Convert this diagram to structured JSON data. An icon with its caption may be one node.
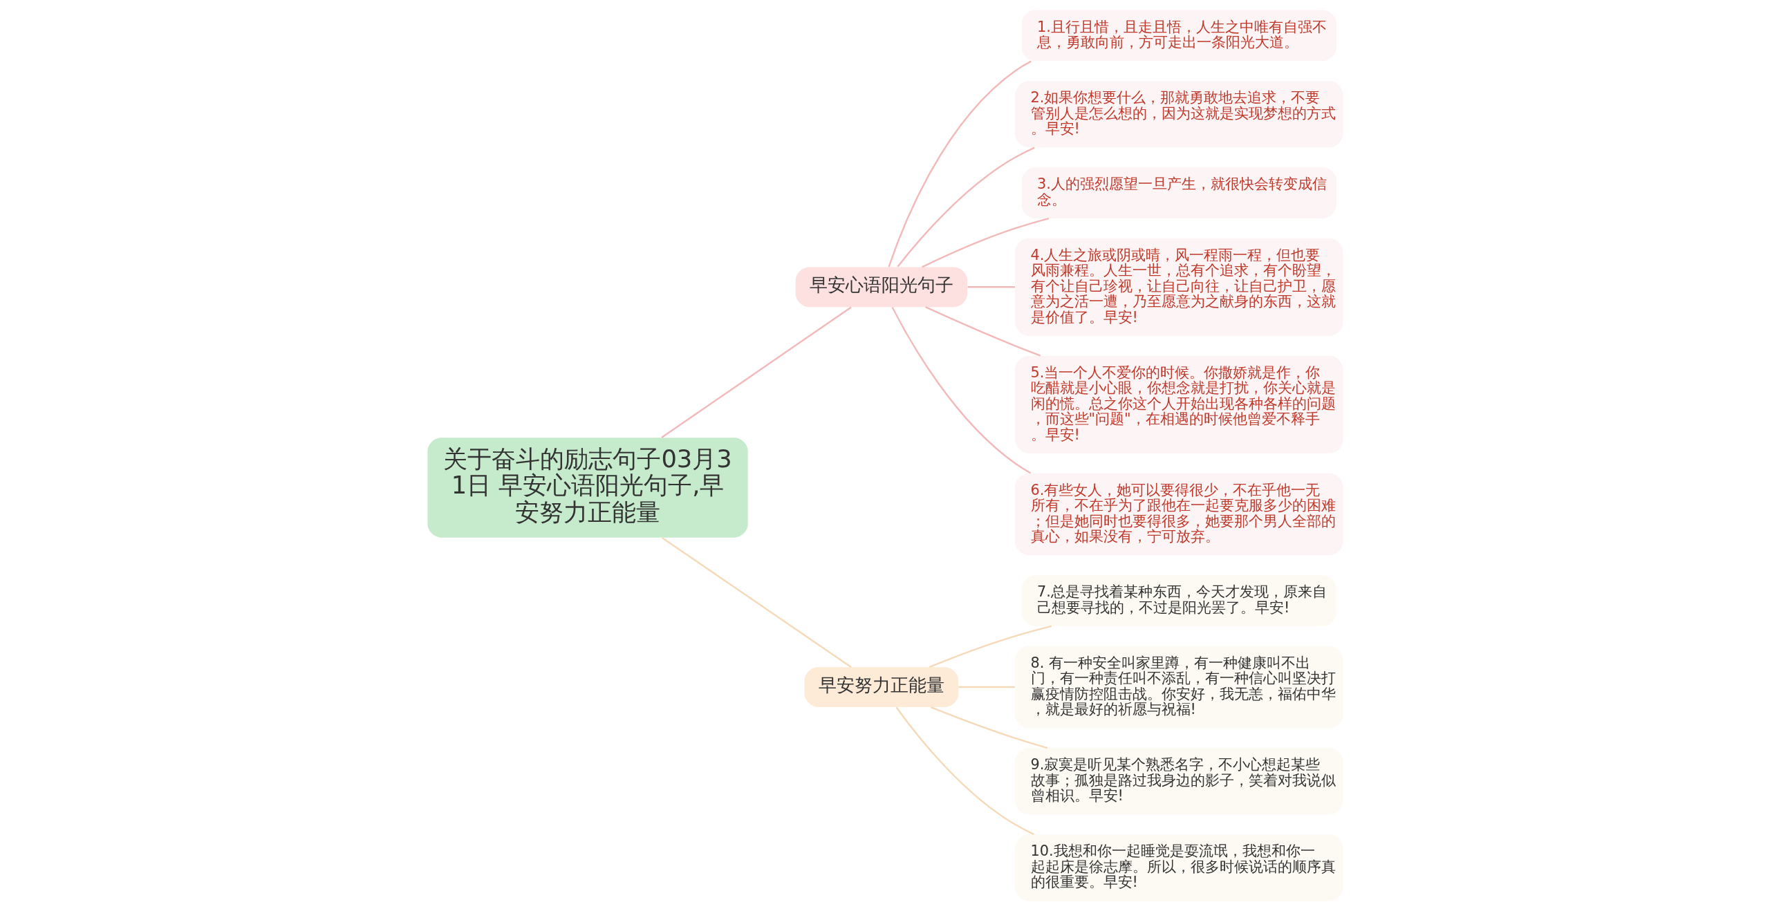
{
  "diagram": {
    "nodes": [
      {
        "text": [
          "关于奋斗的励志句子03月31日 早安心语阳光句子,早安努力正能量"
        ]
      },
      {
        "text": [
          "早安心语阳光句子"
        ]
      },
      {
        "text": [
          "1.且行且惜，且走且悟，人生之中唯有自强不息，勇敢向前，方可走出一条阳光大道。"
        ]
      },
      {
        "text": [
          "2.如果你想要什么，那就勇敢地去追求，不要管别人是怎么想的，因为这就是实现梦想的方式。早安!"
        ]
      },
      {
        "text": [
          "3.人的强烈愿望一旦产生，就很快会转变成信念。"
        ]
      },
      {
        "text": [
          "4.人生之旅或阴或晴，风一程雨一程，但也要风雨兼程。人生一世，总有个追求，有个盼望，有个让自己珍视，让自己向往，让自己护卫，愿意为之活一遭，乃至愿意为之献身的东西，这就是价值了。早安!"
        ]
      },
      {
        "text": [
          "5.当一个人不爱你的时候。你撒娇就是作，你吃醋就是小心眼，你想念就是打扰，你关心就是闲的慌。总之你这个人开始出现各种各样的问题，而这些\"问题\"，在相遇的时候他曾爱不释手。早安!"
        ]
      },
      {
        "text": [
          "6.有些女人，她可以要得很少，不在乎他一无所有，不在乎为了跟他在一起要克服多少的困难；但是她同时也要得很多，她要那个男人全部的真心，如果没有，宁可放弃。"
        ]
      },
      {
        "text": [
          "早安努力正能量"
        ]
      },
      {
        "text": [
          "7.总是寻找着某种东西，今天才发现，原来自己想要寻找的，不过是阳光罢了。早安!"
        ]
      },
      {
        "text": [
          "8. 有一种安全叫家里蹲，有一种健康叫不出门，有一种责任叫不添乱，有一种信心叫坚决打赢疫情防控阻击战。你安好，我无恙，福佑中华，就是最好的祈愿与祝福!"
        ]
      },
      {
        "text": [
          "9.寂寞是听见某个熟悉名字，不小心想起某些故事；孤独是路过我身边的影子，笑着对我说似曾相识。早安!"
        ]
      },
      {
        "text": [
          "10.我想和你一起睡觉是耍流氓，我想和你一起起床是徐志摩。所以，很多时候说话的顺序真的很重要。早安!"
        ]
      }
    ],
    "edges": [
      {
        "from": 0,
        "to": 1,
        "arrow": "none"
      },
      {
        "from": 1,
        "to": 2,
        "arrow": "none"
      },
      {
        "from": 1,
        "to": 3,
        "arrow": "none"
      },
      {
        "from": 1,
        "to": 4,
        "arrow": "none"
      },
      {
        "from": 1,
        "to": 5,
        "arrow": "none"
      },
      {
        "from": 1,
        "to": 6,
        "arrow": "none"
      },
      {
        "from": 1,
        "to": 7,
        "arrow": "none"
      },
      {
        "from": 0,
        "to": 8,
        "arrow": "none"
      },
      {
        "from": 8,
        "to": 9,
        "arrow": "none"
      },
      {
        "from": 8,
        "to": 10,
        "arrow": "none"
      },
      {
        "from": 8,
        "to": 11,
        "arrow": "none"
      },
      {
        "from": 8,
        "to": 12,
        "arrow": "none"
      }
    ]
  }
}
